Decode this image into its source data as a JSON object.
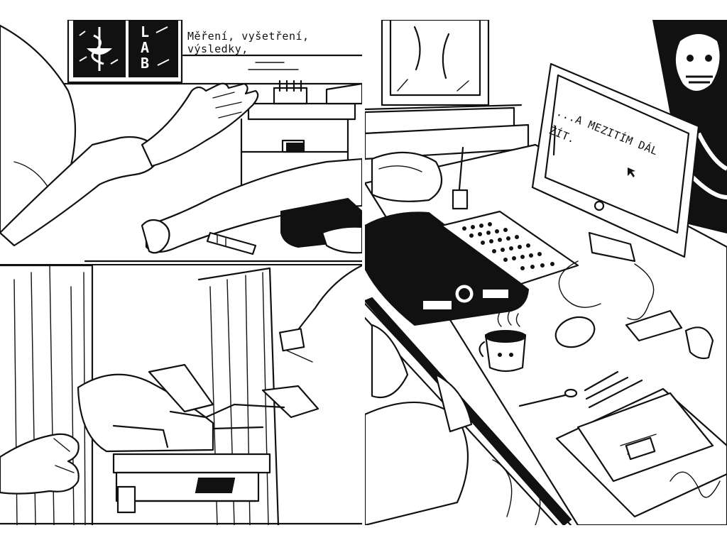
{
  "comic": {
    "panel_top_left": {
      "caption": "Měření, vyšetření, výsledky,",
      "sign_text": "LAB"
    },
    "panel_right": {
      "screen_text_line1": "...A MEZITÍM DÁL",
      "screen_text_line2": "ŽÍT."
    }
  },
  "colors": {
    "ink": "#111111",
    "paper": "#ffffff"
  },
  "icons": {
    "sign_symbol": "bowl-of-hygieia-icon",
    "cursor": "mouse-cursor-icon"
  }
}
